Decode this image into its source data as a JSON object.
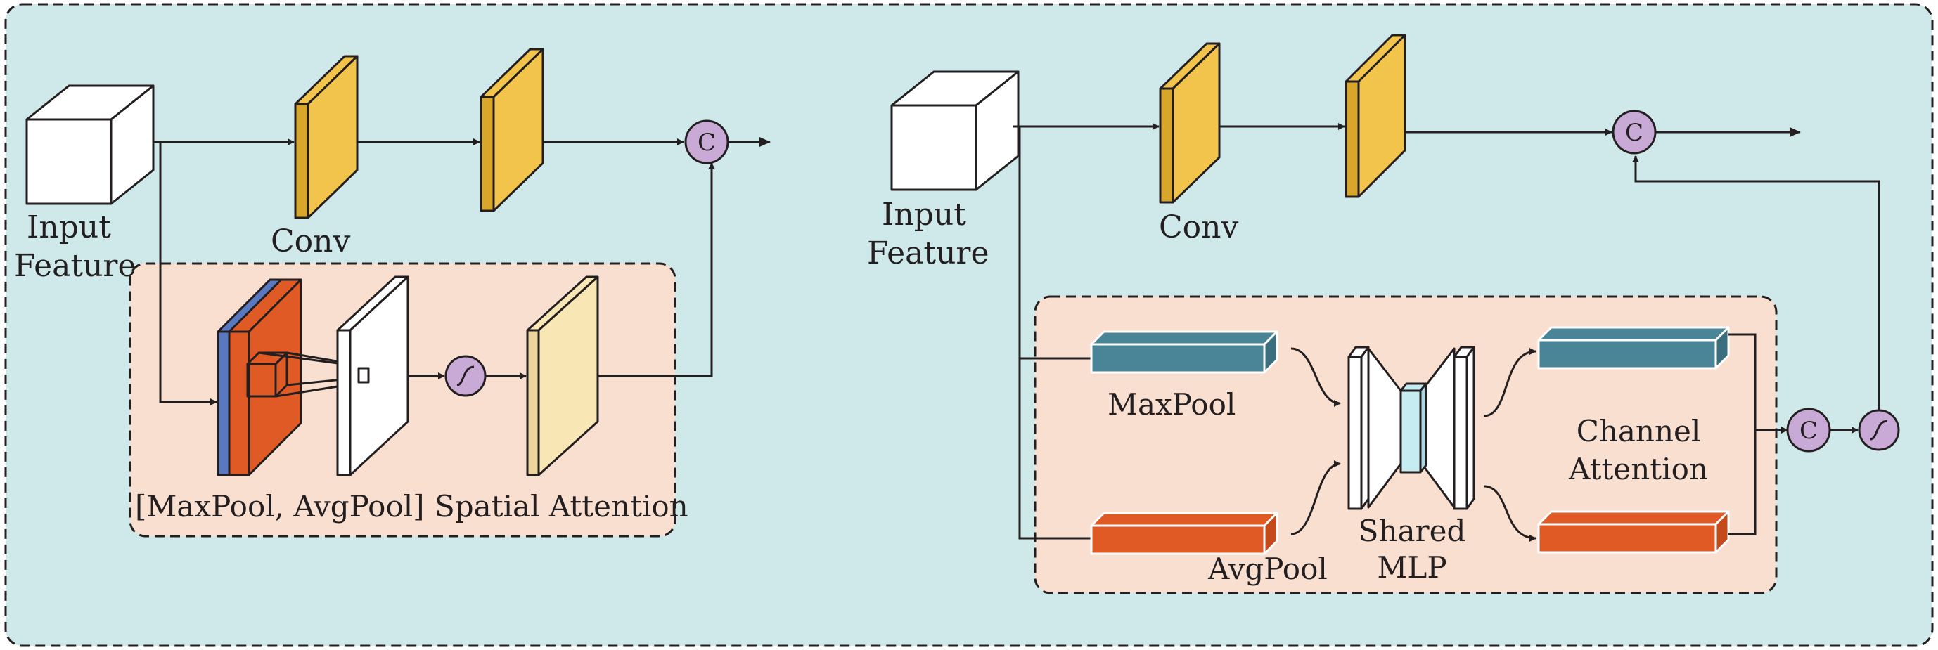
{
  "left_module": {
    "input_label_line1": "Input",
    "input_label_line2": "Feature",
    "conv_label": "Conv",
    "pool_label": "[MaxPool, AvgPool]",
    "attention_label": "Spatial Attention",
    "concat_symbol": "C",
    "sigmoid_symbol": "S"
  },
  "right_module": {
    "input_label_line1": "Input",
    "input_label_line2": "Feature",
    "conv_label": "Conv",
    "maxpool_label": "MaxPool",
    "avgpool_label": "AvgPool",
    "mlp_label_line1": "Shared",
    "mlp_label_line2": "MLP",
    "attention_label_line1": "Channel",
    "attention_label_line2": "Attention",
    "concat_symbol": "C",
    "sigmoid_symbol": "S"
  },
  "colors": {
    "background": "#cfe9ea",
    "module_fill": "#f9dfcf",
    "conv_yellow": "#f2c44c",
    "conv_yellow_side": "#d9a62c",
    "orange": "#e05a25",
    "blue": "#5878c0",
    "teal": "#4a8597",
    "light_yellow": "#f8e7b5",
    "node_purple": "#c9a9d6",
    "line": "#231f20"
  }
}
